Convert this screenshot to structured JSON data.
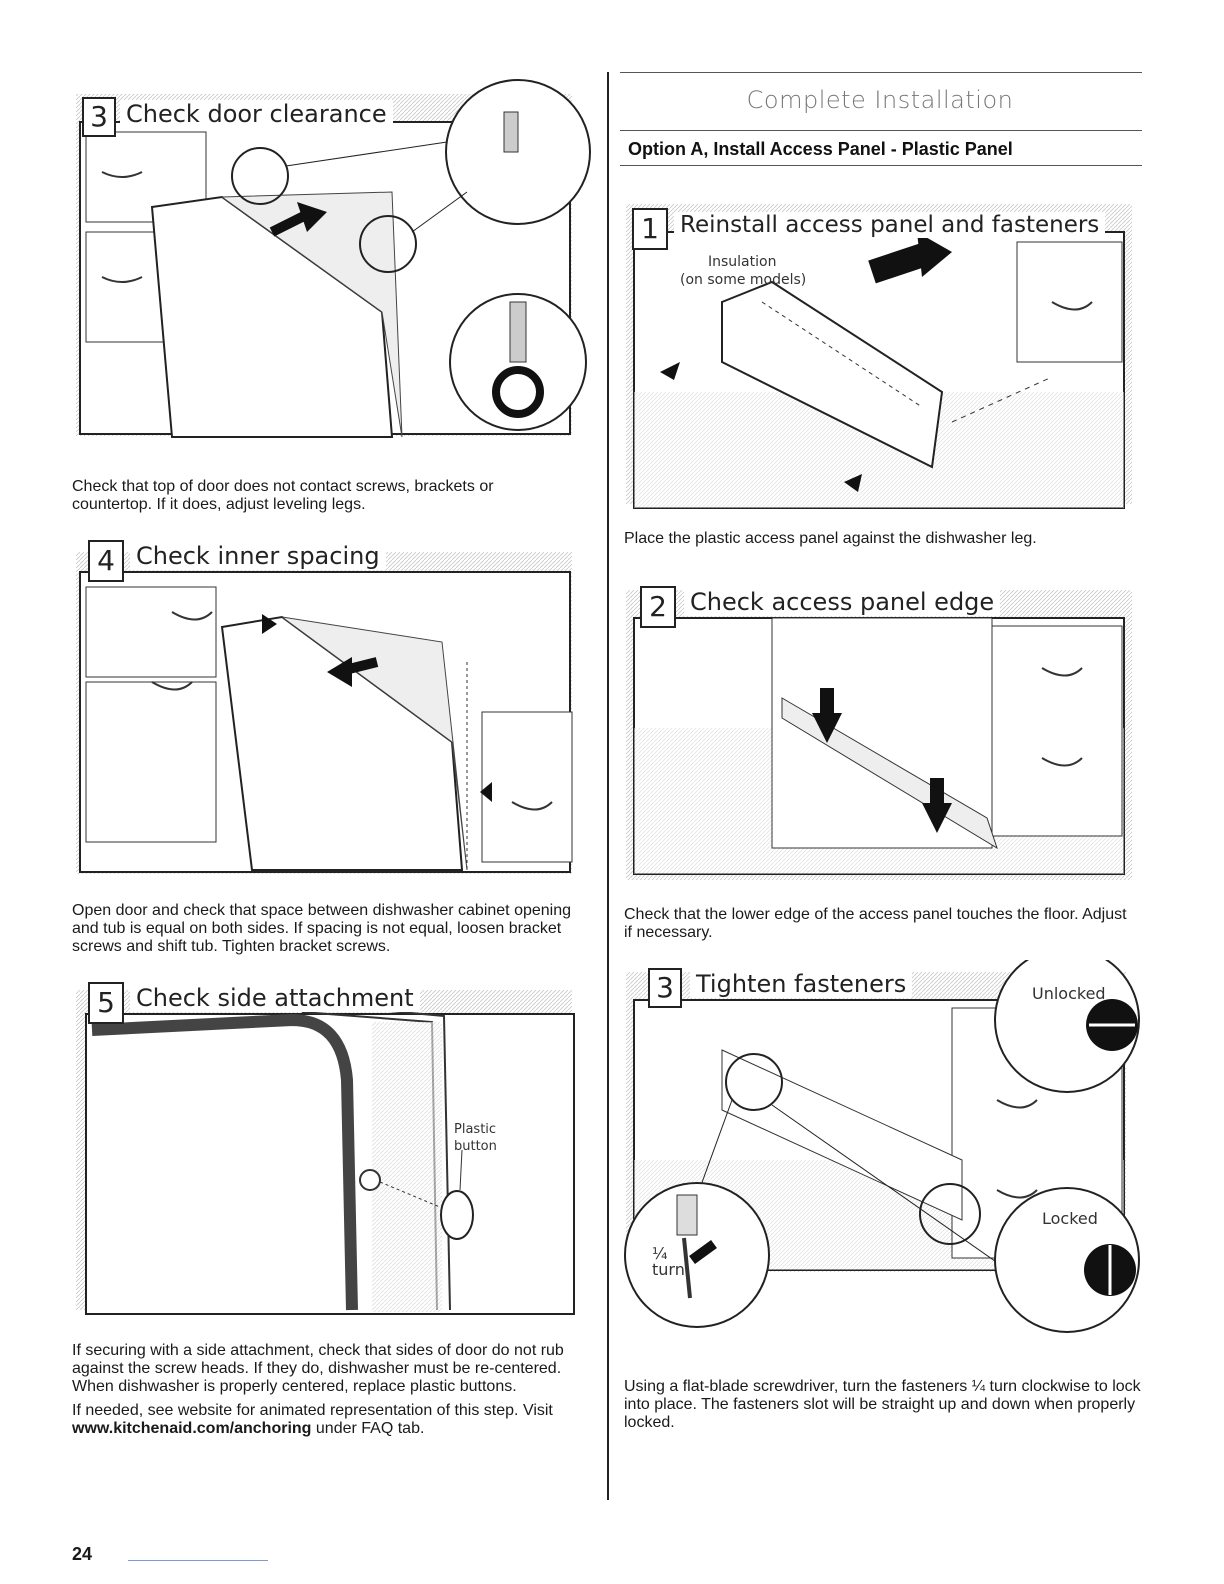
{
  "page_number": "24",
  "section_title": "Complete Installation",
  "option_title": "Option A, Install Access Panel - Plastic Panel",
  "left_steps": [
    {
      "num": "3",
      "title": "Check door clearance",
      "text": "Check that top of door does not contact screws, brackets or countertop. If it does, adjust leveling legs."
    },
    {
      "num": "4",
      "title": "Check inner spacing",
      "text": "Open door and check that space between dishwasher cabinet opening and tub is equal on both sides. If spacing is not equal, loosen bracket screws and shift tub. Tighten bracket screws."
    },
    {
      "num": "5",
      "title": "Check side attachment",
      "label_plastic": "Plastic",
      "label_button": "button",
      "text": "If securing with a side attachment, check that sides of door do not rub against the screw heads. If they do, dishwasher must be re-centered. When dishwasher is properly centered, replace plastic buttons.",
      "text2_prefix": "If needed, see website for animated representation of this step. Visit ",
      "text2_link": "www.kitchenaid.com/anchoring",
      "text2_suffix": " under FAQ tab."
    }
  ],
  "right_steps": [
    {
      "num": "1",
      "title": "Reinstall access panel and fasteners",
      "label_insulation": "Insulation",
      "label_models": "(on some models)",
      "text": "Place the plastic access panel against the dishwasher leg."
    },
    {
      "num": "2",
      "title": "Check access panel edge",
      "text": "Check that the lower edge of the access panel touches the floor. Adjust if necessary."
    },
    {
      "num": "3",
      "title": "Tighten fasteners",
      "label_unlocked": "Unlocked",
      "label_locked": "Locked",
      "label_quarter": "¼",
      "label_turn": "turn",
      "text": "Using a flat-blade screwdriver, turn the fasteners ¼ turn clockwise to lock into place. The fasteners slot will be straight up and down when properly locked."
    }
  ]
}
